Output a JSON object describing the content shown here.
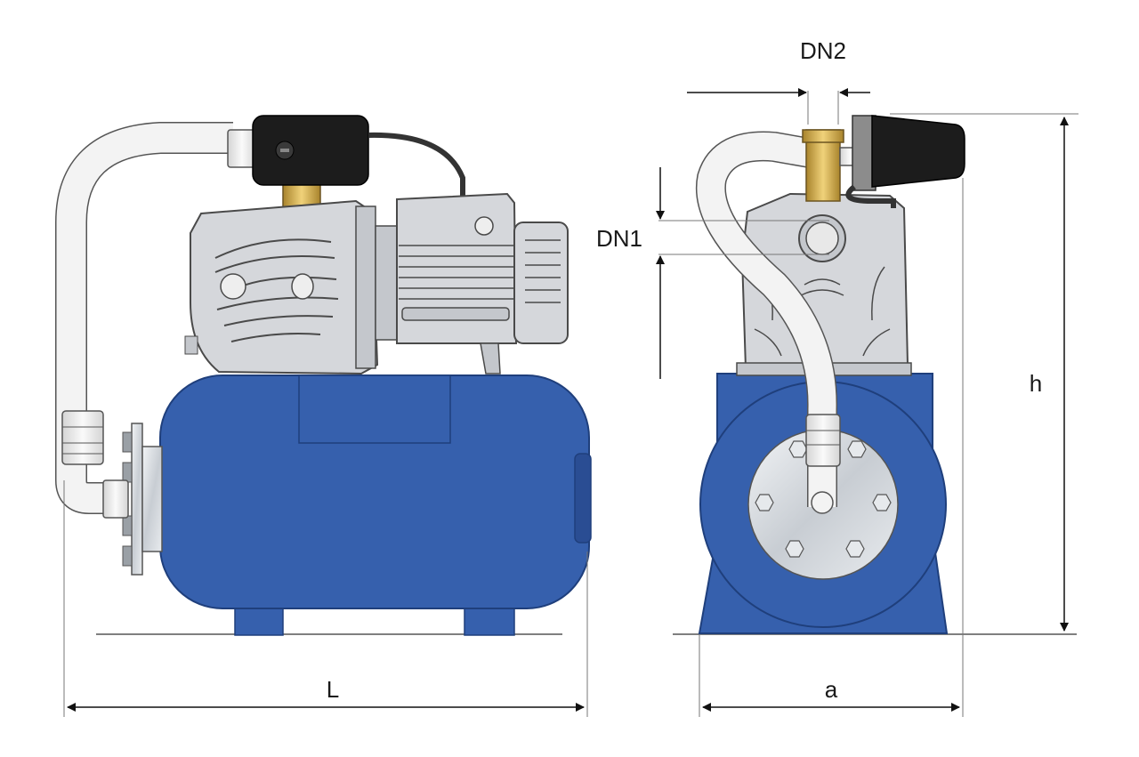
{
  "labels": {
    "L": "L",
    "a": "a",
    "h": "h",
    "DN1": "DN1",
    "DN2": "DN2"
  },
  "colors": {
    "tank_blue": "#3660ad",
    "tank_dark": "#2a4d93",
    "pump_grey": "#d5d7db",
    "pump_outline": "#4a4a4a",
    "brass": "#c9a64a",
    "pipe_light": "#eeeeee",
    "control_box": "#1c1c1c",
    "flange_steel": "#cdd2d8"
  }
}
